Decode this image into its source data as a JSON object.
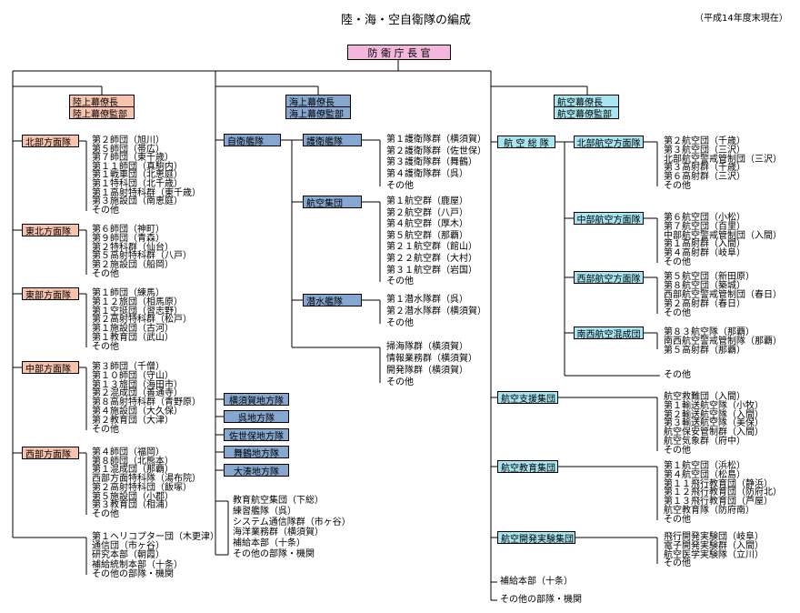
{
  "title": "陸・海・空自衛隊の編成",
  "note": "（平成14年度末現在）",
  "top": "防 衛 庁 長 官",
  "gsdf": {
    "chief": "陸上幕僚長",
    "staff": "陸上幕僚監部",
    "groups": [
      {
        "name": "北部方面隊",
        "units": [
          "第２師団（旭川）",
          "第５師団（帯広）",
          "第７師団（東千歳）",
          "第１１師団（真駒内）",
          "第１戦車団（北恵庭）",
          "第１特科団（北千歳）",
          "第１高射特科群（東千歳）",
          "第３施設団（南恵庭）",
          "その他"
        ]
      },
      {
        "name": "東北方面隊",
        "units": [
          "第６師団（神町）",
          "第９師団（青森）",
          "第２特科群（仙台）",
          "第５高射特科群（八戸）",
          "第２施設団（船岡）",
          "その他"
        ]
      },
      {
        "name": "東部方面隊",
        "units": [
          "第１師団（練馬）",
          "第１２旅団（相馬原）",
          "第１空挺団（習志野）",
          "第２高射特科群（松戸）",
          "第１施設団（古河）",
          "第１教育団（武山）",
          "その他"
        ]
      },
      {
        "name": "中部方面隊",
        "units": [
          "第３師団（千僧）",
          "第１０師団（守山）",
          "第１３旅団（海田市）",
          "第２混成団（善通寺）",
          "第８高射特科群（青野原）",
          "第４施設団（大久保）",
          "第２教育団（大津）",
          "その他"
        ]
      },
      {
        "name": "西部方面隊",
        "units": [
          "第４師団（福岡）",
          "第８師団（北熊本）",
          "第１混成団（那覇）",
          "西部方面特科隊（湯布院）",
          "第２高射特科団（飯塚）",
          "第５施設団（小郡）",
          "第３教育団（相浦）",
          "その他"
        ]
      }
    ],
    "extra": [
      "第１ヘリコプター団（木更津）",
      "通信団（市ヶ谷）",
      "研究本部（朝霞）",
      "補給統制本部（十条）",
      "その他の部隊・機関"
    ]
  },
  "msdf": {
    "chief": "海上幕僚長",
    "staff": "海上幕僚監部",
    "fleet": "自衛艦隊",
    "subs": [
      {
        "name": "護衛艦隊",
        "units": [
          "第１護衛隊群（横須賀）",
          "第２護衛隊群（佐世保）",
          "第３護衛隊群（舞鶴）",
          "第４護衛隊群（呉）",
          "その他"
        ]
      },
      {
        "name": "航空集団",
        "units": [
          "第１航空群（鹿屋）",
          "第２航空群（八戸）",
          "第４航空群（厚木）",
          "第５航空群（那覇）",
          "第２１航空群（館山）",
          "第２２航空群（大村）",
          "第３１航空群（岩国）",
          "その他"
        ]
      },
      {
        "name": "潜水艦隊",
        "units": [
          "第１潜水隊群（呉）",
          "第２潜水隊群（横須賀）",
          "その他"
        ]
      }
    ],
    "fleet_extra": [
      "掃海隊群（横須賀）",
      "情報業務群（横須賀）",
      "開発隊群（横須賀）",
      "その他"
    ],
    "districts": [
      "横須賀地方隊",
      "呉地方隊",
      "佐世保地方隊",
      "舞鶴地方隊",
      "大湊地方隊"
    ],
    "extra": [
      "教育航空集団（下総）",
      "練習艦隊（呉）",
      "システム通信隊群（市ヶ谷）",
      "海洋業務群（横須賀）",
      "補給本部（十条）",
      "その他の部隊・機関"
    ]
  },
  "asdf": {
    "chief": "航空幕僚長",
    "staff": "航空幕僚監部",
    "adc": "航 空 総 隊",
    "areas": [
      {
        "name": "北部航空方面隊",
        "units": [
          "第２航空団（千歳）",
          "第３航空団（三沢）",
          "北部航空警戒管制団（三沢）",
          "第３高射群（千歳）",
          "第６高射群（三沢）",
          "その他"
        ]
      },
      {
        "name": "中部航空方面隊",
        "units": [
          "第６航空団（小松）",
          "第７航空団（百里）",
          "中部航空警戒管制団（入間）",
          "第１高射群（入間）",
          "第４高射群（岐阜）",
          "その他"
        ]
      },
      {
        "name": "西部航空方面隊",
        "units": [
          "第５航空団（新田原）",
          "第８航空団（築城）",
          "西部航空警戒管制団（春日）",
          "第２高射群（春日）",
          "その他"
        ]
      },
      {
        "name": "南西航空混成団",
        "units": [
          "第８３航空隊（那覇）",
          "南西航空警戒管制隊（那覇）",
          "第５高射群（那覇）"
        ]
      }
    ],
    "adc_other": "その他",
    "commands": [
      {
        "name": "航空支援集団",
        "units": [
          "航空救難団（入間）",
          "第１輸送航空隊（小牧）",
          "第２輸送航空隊（入間）",
          "第３輸送航空隊（美保）",
          "航空保安管制群（入間）",
          "航空気象群（府中）",
          "その他"
        ]
      },
      {
        "name": "航空教育集団",
        "units": [
          "第１航空団（浜松）",
          "第４航空団（松島）",
          "第１１飛行教育団（静浜）",
          "第１２飛行教育団（防府北）",
          "第１３飛行教育団（芦屋）",
          "航空教育隊（防府南）",
          "その他"
        ]
      },
      {
        "name": "航空開発実験集団",
        "units": [
          "飛行開発実験団（岐阜）",
          "電子開発実験群（入間）",
          "航空医学実験隊（立川）",
          "その他"
        ]
      }
    ],
    "extra": [
      "補給本部（十条）",
      "その他の部隊・機関"
    ]
  }
}
